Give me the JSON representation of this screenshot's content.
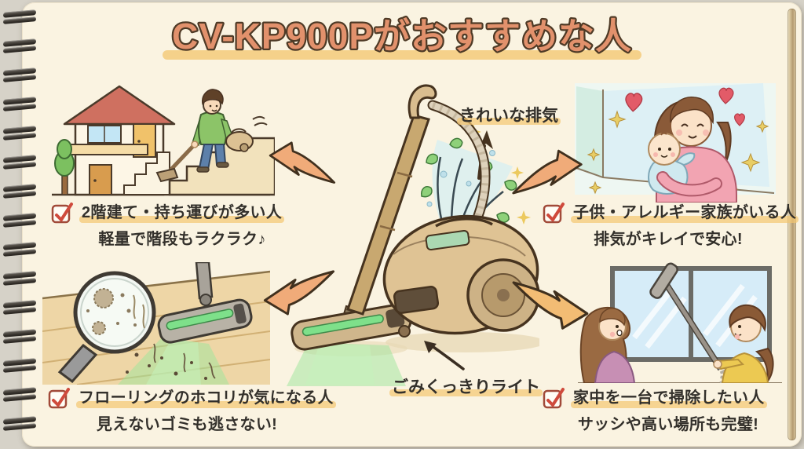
{
  "title": "CV-KP900Pがおすすめな人",
  "center_labels": {
    "exhaust": "きれいな排気",
    "dust_light": "ごみくっきりライト"
  },
  "checklist": {
    "top_left": {
      "line1": "2階建て・持ち運びが多い人",
      "line2": "軽量で階段もラクラク♪"
    },
    "top_right": {
      "line1": "子供・アレルギー家族がいる人",
      "line2": "排気がキレイで安心!"
    },
    "bottom_left": {
      "line1": "フローリングのホコリが気になる人",
      "line2": "見えないゴミも逃さない!"
    },
    "bottom_right": {
      "line1": "家中を一台で掃除したい人",
      "line2": "サッシや高い場所も完璧!"
    }
  },
  "colors": {
    "page_bg": "#faf3e1",
    "title_fill": "#e2916c",
    "title_outline": "#4e3a26",
    "highlight_yellow": "#f4c671",
    "text_dark": "#33302b",
    "check_red": "#cf4a3c",
    "checkbox_border": "#a14a39",
    "arrow_fill": "#f0ab79",
    "arrow_outline": "#40301e",
    "beam_green": "#7ee08a",
    "exhaust_cyan": "#d8eff1",
    "leaf_green": "#8ed17a"
  }
}
